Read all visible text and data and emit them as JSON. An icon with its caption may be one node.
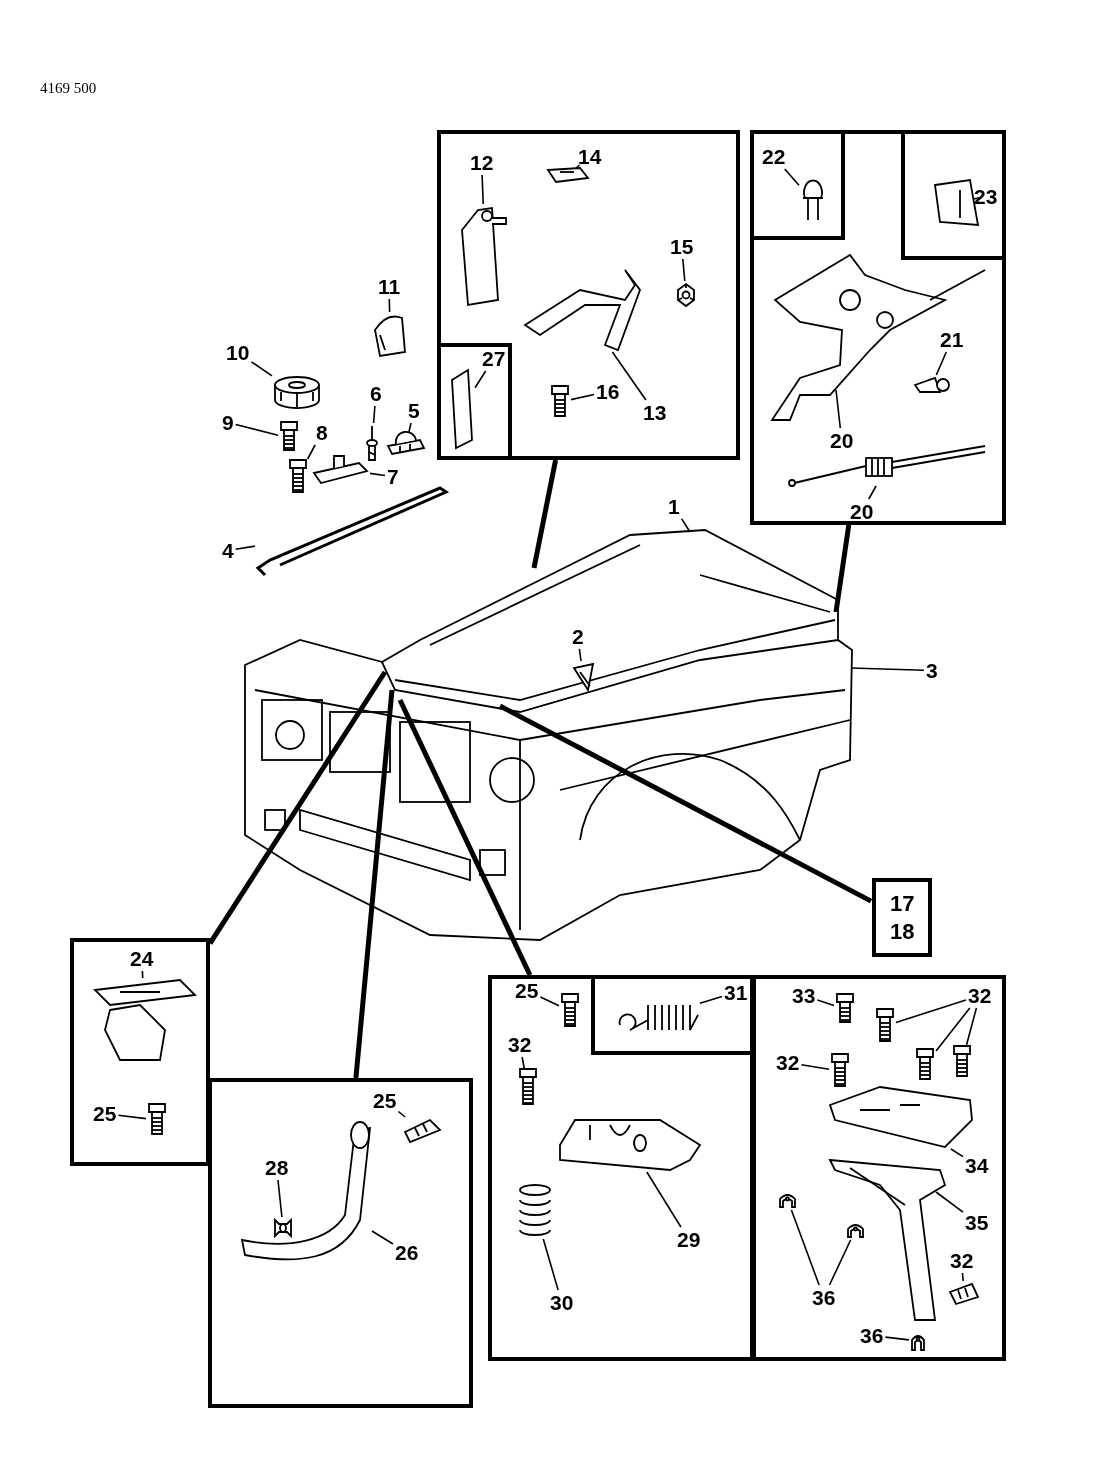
{
  "diagram": {
    "nodes": [
      {
        "text": [],
        "shape": "picture"
      },
      {
        "text": [
          "1"
        ]
      },
      {
        "text": [
          "2"
        ],
        "in": 0
      },
      {
        "text": [
          "3"
        ]
      },
      {
        "text": [
          "4"
        ]
      },
      {
        "text": [
          "5"
        ]
      },
      {
        "text": [
          "6"
        ]
      },
      {
        "text": [
          "7"
        ]
      },
      {
        "text": [
          "8"
        ]
      },
      {
        "text": [
          "9"
        ]
      },
      {
        "text": [
          "10"
        ]
      },
      {
        "text": [
          "11"
        ]
      },
      {
        "text": [],
        "shape": "box"
      },
      {
        "text": [
          "12"
        ],
        "in": 12
      },
      {
        "text": [
          "14"
        ],
        "in": 12
      },
      {
        "text": [
          "15"
        ],
        "in": 12
      },
      {
        "text": [
          "13"
        ],
        "in": 12
      },
      {
        "text": [],
        "shape": "box",
        "in": 12
      },
      {
        "text": [
          "27"
        ],
        "in": 17
      },
      {
        "text": [
          "16"
        ],
        "in": 12
      },
      {
        "text": [],
        "shape": "box"
      },
      {
        "text": [],
        "shape": "box",
        "in": 20
      },
      {
        "text": [
          "22"
        ],
        "in": 21
      },
      {
        "text": [],
        "shape": "box",
        "in": 20
      },
      {
        "text": [
          "23"
        ],
        "in": 23
      },
      {
        "text": [
          "21"
        ],
        "in": 20
      },
      {
        "text": [
          "20"
        ],
        "in": 20
      },
      {
        "text": [
          "20"
        ],
        "in": 20
      },
      {
        "text": [
          "17",
          "18"
        ]
      },
      {
        "text": [],
        "shape": "box"
      },
      {
        "text": [
          "24"
        ],
        "in": 29
      },
      {
        "text": [
          "25"
        ],
        "in": 29
      },
      {
        "text": [],
        "shape": "box"
      },
      {
        "text": [
          "25"
        ],
        "in": 32
      },
      {
        "text": [
          "28"
        ],
        "in": 32
      },
      {
        "text": [
          "26"
        ],
        "in": 32
      },
      {
        "text": [],
        "shape": "box"
      },
      {
        "text": [],
        "shape": "box",
        "in": 36
      },
      {
        "text": [
          "31"
        ],
        "in": 37
      },
      {
        "text": [
          "25"
        ],
        "in": 36
      },
      {
        "text": [
          "32"
        ],
        "in": 36
      },
      {
        "text": [
          "29"
        ],
        "in": 36
      },
      {
        "text": [
          "30"
        ],
        "in": 36
      },
      {
        "text": [],
        "shape": "box"
      },
      {
        "text": [
          "33"
        ],
        "in": 43
      },
      {
        "text": [
          "32"
        ],
        "in": 43
      },
      {
        "text": [
          "32"
        ],
        "in": 43
      },
      {
        "text": [
          "34"
        ],
        "in": 43
      },
      {
        "text": [
          "35"
        ],
        "in": 43
      },
      {
        "text": [
          "32"
        ],
        "in": 43
      },
      {
        "text": [
          "36"
        ],
        "in": 43
      },
      {
        "text": [
          "36"
        ],
        "in": 43
      },
      {
        "text": [],
        "shape": "picture",
        "in": 0
      },
      {
        "text": [],
        "shape": "picture",
        "in": 43
      },
      {
        "text": [],
        "shape": "picture"
      },
      {
        "text": [],
        "shape": "picture"
      },
      {
        "text": [],
        "shape": "picture"
      },
      {
        "text": [],
        "shape": "picture"
      },
      {
        "text": [],
        "shape": "picture"
      },
      {
        "text": [],
        "shape": "picture"
      },
      {
        "text": [],
        "shape": "picture"
      },
      {
        "text": [],
        "shape": "picture"
      },
      {
        "text": [],
        "shape": "picture",
        "in": 12
      },
      {
        "text": [],
        "shape": "picture",
        "in": 12
      },
      {
        "text": [],
        "shape": "picture",
        "in": 12
      },
      {
        "text": [],
        "shape": "picture",
        "in": 12
      },
      {
        "text": [],
        "shape": "picture",
        "in": 12
      },
      {
        "text": [],
        "shape": "picture",
        "in": 17
      },
      {
        "text": [],
        "shape": "picture",
        "in": 20
      },
      {
        "text": [],
        "shape": "picture",
        "in": 20
      },
      {
        "text": [],
        "shape": "picture",
        "in": 20
      },
      {
        "text": [],
        "shape": "picture",
        "in": 21
      },
      {
        "text": [],
        "shape": "picture",
        "in": 23
      },
      {
        "text": [],
        "shape": "picture",
        "in": 29
      },
      {
        "text": [],
        "shape": "picture",
        "in": 29
      },
      {
        "text": [],
        "shape": "picture",
        "in": 32
      },
      {
        "text": [],
        "shape": "picture",
        "in": 32
      },
      {
        "text": [],
        "shape": "picture",
        "in": 32
      },
      {
        "text": [],
        "shape": "picture",
        "in": 36
      },
      {
        "text": [],
        "shape": "picture",
        "in": 36
      },
      {
        "text": [],
        "shape": "picture",
        "in": 36
      },
      {
        "text": [],
        "shape": "picture",
        "in": 36
      },
      {
        "text": [],
        "shape": "picture",
        "in": 37
      },
      {
        "text": [],
        "shape": "picture",
        "in": 43
      },
      {
        "text": [],
        "shape": "picture",
        "in": 43
      },
      {
        "text": [],
        "shape": "picture",
        "in": 43
      },
      {
        "text": [],
        "shape": "picture",
        "in": 43
      },
      {
        "text": [],
        "shape": "picture",
        "in": 43
      },
      {
        "text": [],
        "shape": "picture",
        "in": 43
      },
      {
        "text": [],
        "shape": "picture",
        "in": 43
      },
      {
        "text": [],
        "shape": "picture",
        "in": 43
      },
      {
        "text": [],
        "shape": "picture",
        "in": 43
      },
      {
        "text": [],
        "shape": "picture",
        "in": 43
      }
    ],
    "edges": [
      {
        "from": 0,
        "to": 12,
        "arrow": "none",
        "style": "thick"
      },
      {
        "from": 0,
        "to": 20,
        "arrow": "none",
        "style": "thick"
      },
      {
        "from": 0,
        "to": 28,
        "arrow": "none",
        "style": "thick"
      },
      {
        "from": 0,
        "to": 29,
        "arrow": "none",
        "style": "thick"
      },
      {
        "from": 0,
        "to": 32,
        "arrow": "none",
        "style": "thick"
      },
      {
        "from": 0,
        "to": 36,
        "arrow": "none",
        "style": "thick"
      },
      {
        "from": 1,
        "to": 0,
        "arrow": "none"
      },
      {
        "from": 2,
        "to": 52,
        "arrow": "none"
      },
      {
        "from": 3,
        "to": 0,
        "arrow": "none"
      },
      {
        "from": 4,
        "to": 54,
        "arrow": "none"
      },
      {
        "from": 5,
        "to": 55,
        "arrow": "none"
      },
      {
        "from": 6,
        "to": 56,
        "arrow": "none"
      },
      {
        "from": 7,
        "to": 57,
        "arrow": "none"
      },
      {
        "from": 8,
        "to": 58,
        "arrow": "none"
      },
      {
        "from": 9,
        "to": 59,
        "arrow": "none"
      },
      {
        "from": 10,
        "to": 60,
        "arrow": "none"
      },
      {
        "from": 11,
        "to": 61,
        "arrow": "none"
      },
      {
        "from": 13,
        "to": 62,
        "arrow": "none"
      },
      {
        "from": 14,
        "to": 63,
        "arrow": "none"
      },
      {
        "from": 15,
        "to": 64,
        "arrow": "none"
      },
      {
        "from": 16,
        "to": 65,
        "arrow": "none"
      },
      {
        "from": 18,
        "to": 67,
        "arrow": "none"
      },
      {
        "from": 19,
        "to": 66,
        "arrow": "none"
      },
      {
        "from": 22,
        "to": 71,
        "arrow": "none"
      },
      {
        "from": 24,
        "to": 72,
        "arrow": "none"
      },
      {
        "from": 25,
        "to": 70,
        "arrow": "none"
      },
      {
        "from": 26,
        "to": 68,
        "arrow": "none"
      },
      {
        "from": 27,
        "to": 69,
        "arrow": "none"
      },
      {
        "from": 30,
        "to": 73,
        "arrow": "none"
      },
      {
        "from": 31,
        "to": 74,
        "arrow": "none"
      },
      {
        "from": 33,
        "to": 75,
        "arrow": "none"
      },
      {
        "from": 34,
        "to": 76,
        "arrow": "none"
      },
      {
        "from": 35,
        "to": 77,
        "arrow": "none"
      },
      {
        "from": 38,
        "to": 82,
        "arrow": "none"
      },
      {
        "from": 39,
        "to": 78,
        "arrow": "none"
      },
      {
        "from": 40,
        "to": 79,
        "arrow": "none"
      },
      {
        "from": 41,
        "to": 80,
        "arrow": "none"
      },
      {
        "from": 42,
        "to": 81,
        "arrow": "none"
      },
      {
        "from": 44,
        "to": 83,
        "arrow": "none"
      },
      {
        "from": 45,
        "to": 84,
        "arrow": "none"
      },
      {
        "from": 46,
        "to": 85,
        "arrow": "none"
      },
      {
        "from": 46,
        "to": 86,
        "arrow": "none"
      },
      {
        "from": 46,
        "to": 87,
        "arrow": "none"
      },
      {
        "from": 47,
        "to": 88,
        "arrow": "none"
      },
      {
        "from": 48,
        "to": 89,
        "arrow": "none"
      },
      {
        "from": 49,
        "to": 53,
        "arrow": "none"
      },
      {
        "from": 50,
        "to": 90,
        "arrow": "none"
      },
      {
        "from": 50,
        "to": 91,
        "arrow": "none"
      },
      {
        "from": 51,
        "to": 92,
        "arrow": "none"
      }
    ],
    "labels": [
      "4169 500"
    ]
  }
}
